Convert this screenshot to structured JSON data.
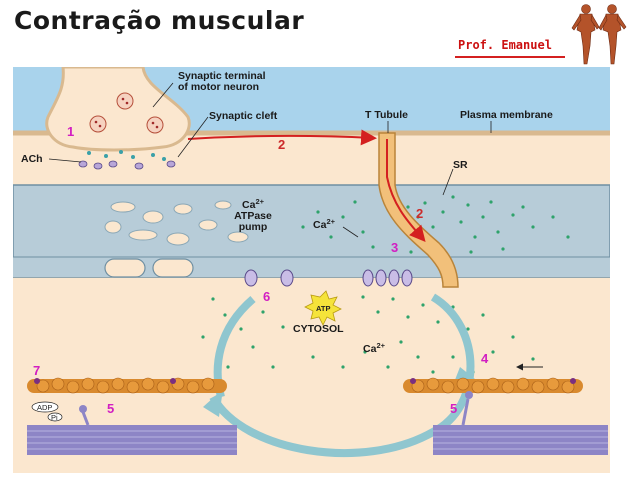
{
  "header": {
    "title": "Contração muscular",
    "author": "Prof. Emanuel"
  },
  "labels": {
    "synaptic_terminal": "Synaptic terminal\nof motor neuron",
    "synaptic_cleft": "Synaptic cleft",
    "t_tubule": "T Tubule",
    "plasma_membrane": "Plasma membrane",
    "ach": "ACh",
    "sr": "SR",
    "ca_pump_ca": "Ca2+",
    "ca_pump_atpase": "ATPase",
    "ca_pump_pump": "pump",
    "ca_sr": "Ca2+",
    "cytosol": "CYTOSOL",
    "ca_cytosol": "Ca2+",
    "atp": "ATP",
    "adp": "ADP",
    "pi": "Pi"
  },
  "steps": [
    "1",
    "2",
    "2",
    "3",
    "4",
    "5",
    "5",
    "6",
    "7"
  ],
  "colors": {
    "title": "#1a1a1a",
    "author": "#cc1111",
    "step_number": "#d21ec2",
    "arrow_signal": "#d42020",
    "sr_fill": "#b7ccd8",
    "cytosol_fill": "#fbe7cf",
    "extracellular": "#a9d3ec",
    "actin": "#d98a2e",
    "myosin": "#8d85c6",
    "calcium": "#2fa36b"
  },
  "icons": [
    "human-muscle-figures-icon"
  ]
}
